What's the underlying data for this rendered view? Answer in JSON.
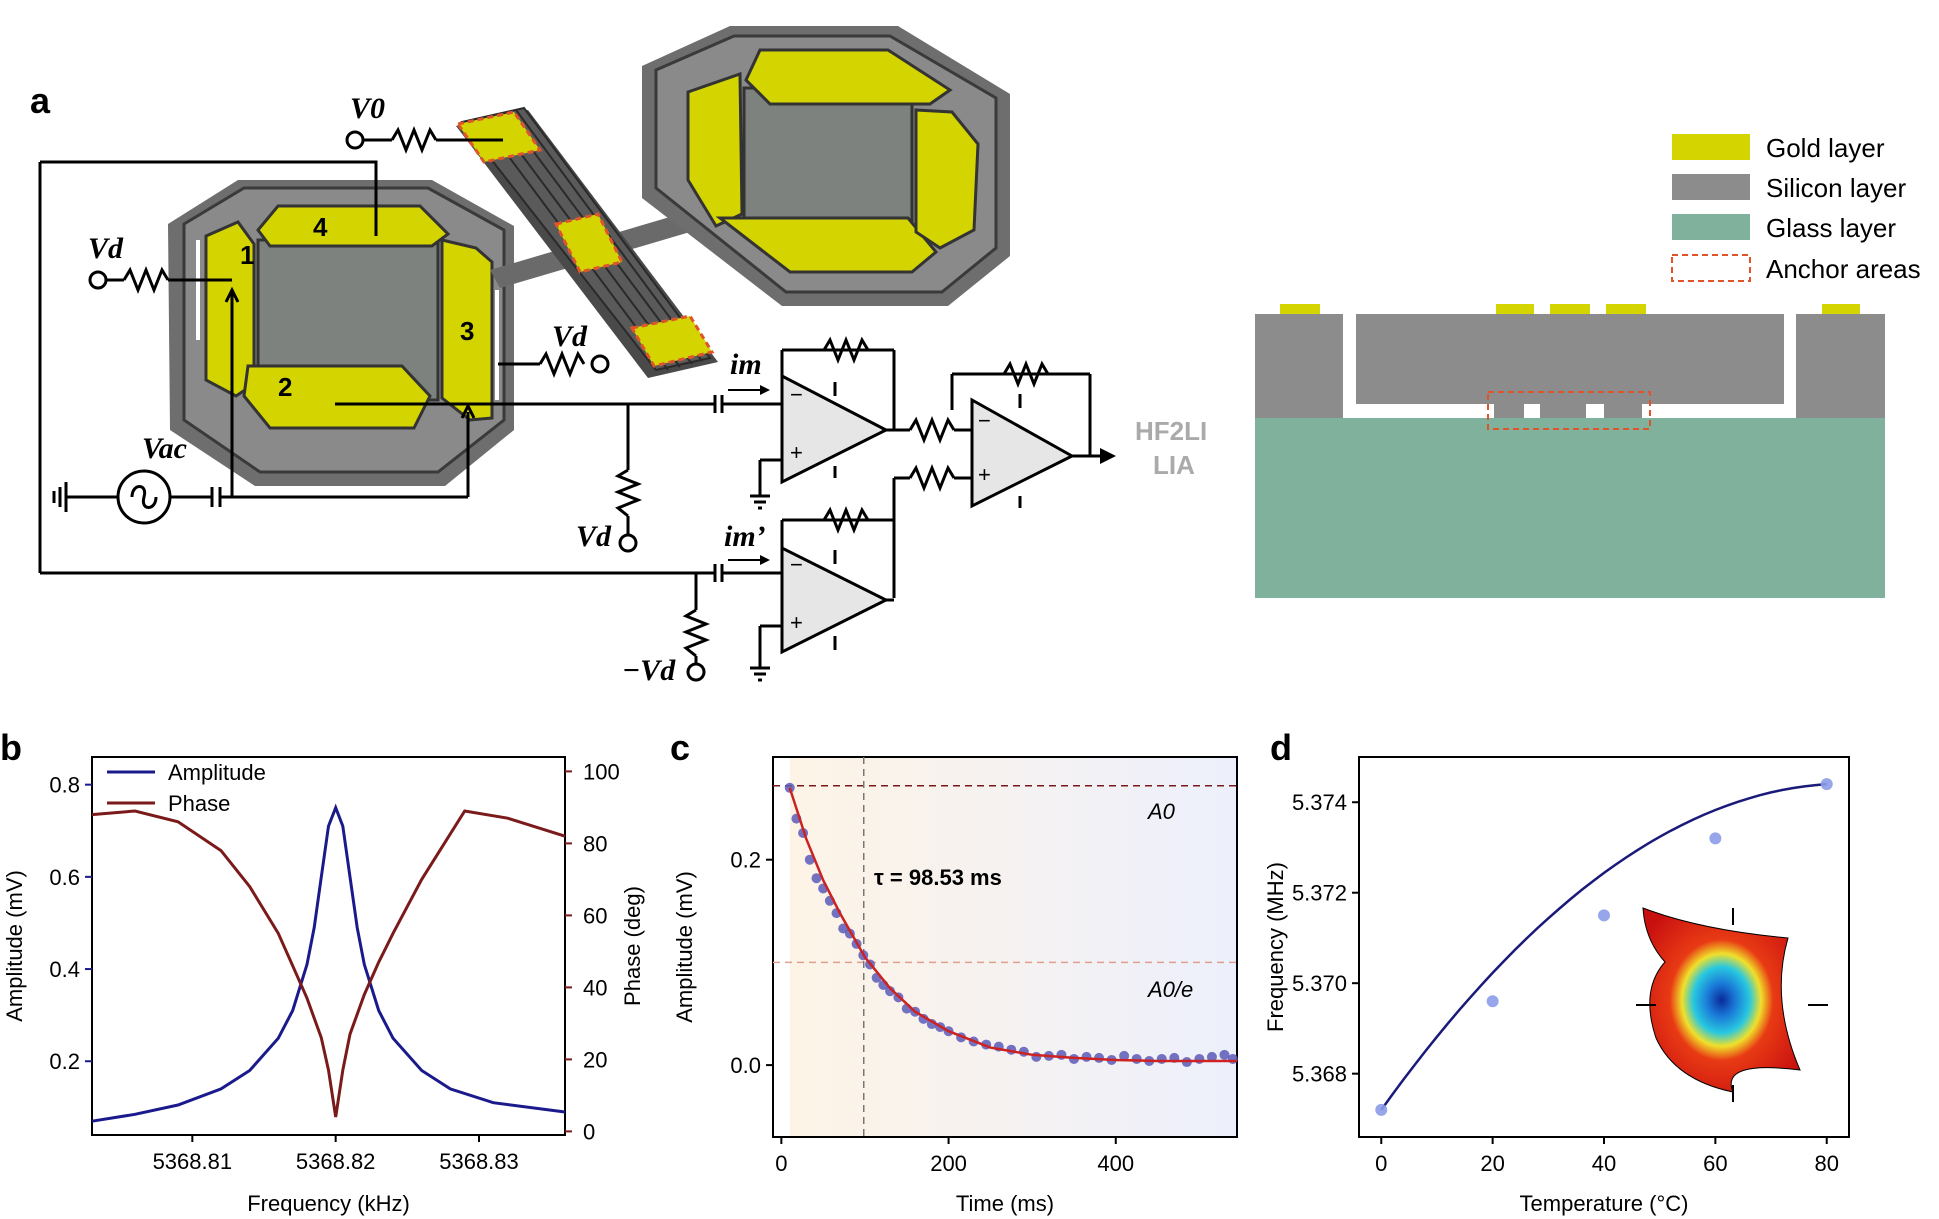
{
  "panels": {
    "a": "a",
    "b": "b",
    "c": "c",
    "d": "d"
  },
  "schematic": {
    "voltages": {
      "v0": "V0",
      "vd": "Vd",
      "vac": "Vac",
      "neg_vd": "−Vd"
    },
    "electrodes": [
      "1",
      "2",
      "3",
      "4"
    ],
    "currents": {
      "im": "im",
      "im_prime": "im’"
    },
    "instrument": [
      "HF2LI",
      "LIA"
    ],
    "opamp_signs": {
      "minus": "−",
      "plus": "+"
    }
  },
  "legend_layers": [
    {
      "label": "Gold layer",
      "color": "#d4d400"
    },
    {
      "label": "Silicon layer",
      "color": "#8c8c8c"
    },
    {
      "label": "Glass layer",
      "color": "#80b19c"
    },
    {
      "label": "Anchor areas",
      "color": "#e0542c"
    }
  ],
  "chart_data": [
    {
      "panel": "b",
      "type": "line",
      "xlabel": "Frequency (kHz)",
      "ylabel": "Amplitude (mV)",
      "y2label": "Phase (deg)",
      "xlim": [
        5368.803,
        5368.836
      ],
      "ylim": [
        0.04,
        0.86
      ],
      "y2lim": [
        -1,
        104
      ],
      "xticks": [
        5368.81,
        5368.82,
        5368.83
      ],
      "xtick_labels": [
        "5368.81",
        "5368.82",
        "5368.83"
      ],
      "yticks": [
        0.2,
        0.4,
        0.6,
        0.8
      ],
      "ytick_labels": [
        "0.2",
        "0.4",
        "0.6",
        "0.8"
      ],
      "y2ticks": [
        0,
        20,
        40,
        60,
        80,
        100
      ],
      "y2tick_labels": [
        "0",
        "20",
        "40",
        "60",
        "80",
        "100"
      ],
      "series": [
        {
          "name": "Amplitude",
          "axis": "left",
          "color": "#1a1a8c",
          "x": [
            5368.803,
            5368.806,
            5368.809,
            5368.812,
            5368.814,
            5368.816,
            5368.817,
            5368.818,
            5368.8185,
            5368.819,
            5368.8195,
            5368.82,
            5368.8205,
            5368.821,
            5368.8215,
            5368.822,
            5368.823,
            5368.824,
            5368.826,
            5368.828,
            5368.831,
            5368.836
          ],
          "y": [
            0.07,
            0.085,
            0.105,
            0.14,
            0.18,
            0.25,
            0.31,
            0.41,
            0.49,
            0.6,
            0.71,
            0.75,
            0.71,
            0.6,
            0.49,
            0.41,
            0.31,
            0.25,
            0.18,
            0.14,
            0.11,
            0.09
          ]
        },
        {
          "name": "Phase",
          "axis": "right",
          "color": "#7a1a1a",
          "x": [
            5368.803,
            5368.806,
            5368.809,
            5368.812,
            5368.814,
            5368.816,
            5368.817,
            5368.818,
            5368.819,
            5368.8195,
            5368.82,
            5368.8205,
            5368.821,
            5368.822,
            5368.823,
            5368.824,
            5368.826,
            5368.829,
            5368.832,
            5368.836
          ],
          "y": [
            88,
            89,
            86,
            78,
            68,
            55,
            46,
            37,
            26,
            17,
            4,
            17,
            27,
            38,
            47,
            55,
            70,
            89,
            87,
            82
          ]
        }
      ]
    },
    {
      "panel": "c",
      "type": "scatter",
      "xlabel": "Time (ms)",
      "ylabel": "Amplitude (mV)",
      "xlim": [
        -10,
        545
      ],
      "ylim": [
        -0.07,
        0.3
      ],
      "xticks": [
        0,
        200,
        400
      ],
      "xtick_labels": [
        "0",
        "200",
        "400"
      ],
      "yticks": [
        0.0,
        0.2
      ],
      "ytick_labels": [
        "0.0",
        "0.2"
      ],
      "annotations": {
        "tau": "τ = 98.53 ms",
        "a0": "A0",
        "a0e": "A0/e"
      },
      "A0": 0.272,
      "A0_over_e": 0.1,
      "tau_ms": 98.53,
      "fit": {
        "color": "#cc2222",
        "x": [
          10,
          30,
          50,
          70,
          100,
          130,
          160,
          200,
          250,
          300,
          350,
          400,
          450,
          500,
          545
        ],
        "y": [
          0.27,
          0.22,
          0.18,
          0.148,
          0.105,
          0.075,
          0.052,
          0.033,
          0.017,
          0.01,
          0.007,
          0.005,
          0.004,
          0.004,
          0.004
        ]
      },
      "series": [
        {
          "name": "",
          "color": "#5a5ab8",
          "x": [
            10,
            18,
            26,
            34,
            42,
            50,
            58,
            66,
            74,
            82,
            90,
            98,
            106,
            114,
            122,
            130,
            140,
            150,
            160,
            170,
            180,
            190,
            200,
            215,
            230,
            245,
            260,
            275,
            290,
            305,
            320,
            335,
            350,
            365,
            380,
            395,
            410,
            425,
            440,
            455,
            470,
            485,
            500,
            515,
            530,
            540
          ],
          "y": [
            0.27,
            0.24,
            0.226,
            0.2,
            0.182,
            0.172,
            0.16,
            0.148,
            0.133,
            0.128,
            0.118,
            0.107,
            0.098,
            0.085,
            0.078,
            0.072,
            0.066,
            0.055,
            0.052,
            0.045,
            0.04,
            0.037,
            0.033,
            0.027,
            0.023,
            0.02,
            0.018,
            0.015,
            0.013,
            0.008,
            0.009,
            0.01,
            0.006,
            0.008,
            0.007,
            0.005,
            0.009,
            0.006,
            0.004,
            0.006,
            0.007,
            0.003,
            0.006,
            0.008,
            0.01,
            0.006
          ]
        }
      ]
    },
    {
      "panel": "d",
      "type": "line",
      "xlabel": "Temperature (°C)",
      "ylabel": "Frequency (MHz)",
      "xlim": [
        -4,
        84
      ],
      "ylim": [
        5.3666,
        5.375
      ],
      "xticks": [
        0,
        20,
        40,
        60,
        80
      ],
      "xtick_labels": [
        "0",
        "20",
        "40",
        "60",
        "80"
      ],
      "yticks": [
        5.368,
        5.37,
        5.372,
        5.374
      ],
      "ytick_labels": [
        "5.368",
        "5.370",
        "5.372",
        "5.374"
      ],
      "series": [
        {
          "name": "",
          "color": "#1a1a7a",
          "x": [
            0,
            20,
            40,
            60,
            80
          ],
          "y": [
            5.3672,
            5.3696,
            5.3715,
            5.3732,
            5.3744
          ]
        }
      ]
    }
  ]
}
